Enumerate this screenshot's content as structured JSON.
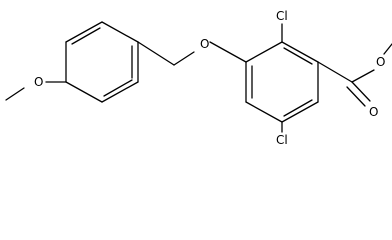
{
  "molecule": {
    "atom_labels": {
      "chlorine_top": "Cl",
      "chlorine_bottom": "Cl",
      "ether_oxygen": "O",
      "methoxy_oxygen": "O",
      "carbonyl_oxygen": "O",
      "ester_oxygen": "O"
    }
  }
}
